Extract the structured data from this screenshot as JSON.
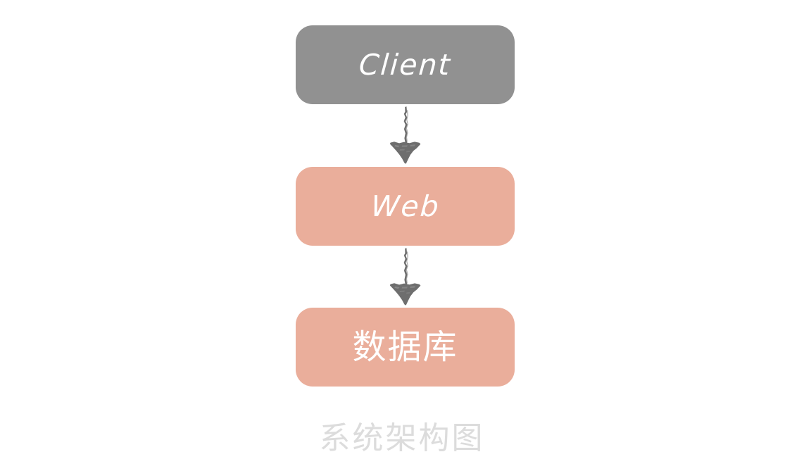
{
  "diagram": {
    "type": "flowchart",
    "orientation": "vertical-top-down",
    "background_color": "#ffffff",
    "caption": "系统架构图",
    "caption_color": "#dcdcdc",
    "nodes": [
      {
        "id": "client",
        "label": "Client",
        "script": "latin",
        "fill": "#919191",
        "text_color": "#ffffff",
        "shape": "rounded-rectangle"
      },
      {
        "id": "web",
        "label": "Web",
        "script": "latin",
        "fill": "#eaae9b",
        "text_color": "#ffffff",
        "shape": "rounded-rectangle"
      },
      {
        "id": "database",
        "label": "数据库",
        "script": "cjk",
        "fill": "#eaae9b",
        "text_color": "#ffffff",
        "shape": "rounded-rectangle"
      }
    ],
    "edges": [
      {
        "id": "client-to-web",
        "from": "client",
        "to": "web",
        "label": "",
        "style": "hand-drawn-arrow",
        "color": "#6e6e6e",
        "arrowhead": "solid-triangle"
      },
      {
        "id": "web-to-database",
        "from": "web",
        "to": "database",
        "label": "",
        "style": "hand-drawn-arrow",
        "color": "#6e6e6e",
        "arrowhead": "solid-triangle"
      }
    ]
  }
}
